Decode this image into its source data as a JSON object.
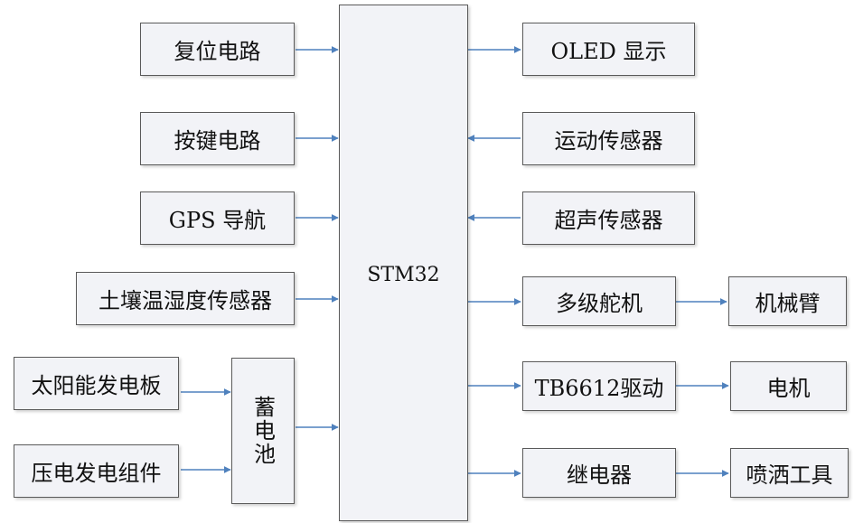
{
  "diagram": {
    "mcu": "STM32",
    "inputs": {
      "reset_circuit": "复位电路",
      "key_circuit": "按键电路",
      "gps_nav": "GPS 导航",
      "soil_sensor": "土壤温湿度传感器"
    },
    "power": {
      "solar_panel": "太阳能发电板",
      "piezo_module": "压电发电组件",
      "battery": "蓄电池"
    },
    "outputs": {
      "oled_display": "OLED 显示",
      "motion_sensor": "运动传感器",
      "ultrasonic_sensor": "超声传感器",
      "multi_servo": "多级舵机",
      "robot_arm": "机械臂",
      "tb6612_driver": "TB6612驱动",
      "motor": "电机",
      "relay": "继电器",
      "spray_tool": "喷洒工具"
    },
    "arrow_color": "#4f81bd"
  }
}
